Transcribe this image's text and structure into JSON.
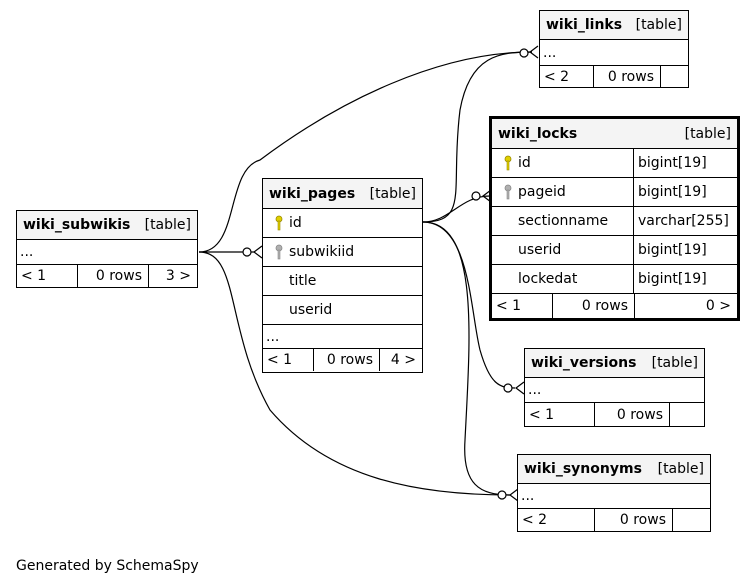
{
  "tables": {
    "wiki_links": {
      "name": "wiki_links",
      "tag": "[table]",
      "ellipsis": "...",
      "footer": {
        "parents": "< 2",
        "rows": "0 rows",
        "children": ""
      }
    },
    "wiki_locks": {
      "name": "wiki_locks",
      "tag": "[table]",
      "columns": [
        {
          "name": "id",
          "type": "bigint[19]",
          "key": "primary"
        },
        {
          "name": "pageid",
          "type": "bigint[19]",
          "key": "foreign"
        },
        {
          "name": "sectionname",
          "type": "varchar[255]",
          "key": ""
        },
        {
          "name": "userid",
          "type": "bigint[19]",
          "key": ""
        },
        {
          "name": "lockedat",
          "type": "bigint[19]",
          "key": ""
        }
      ],
      "footer": {
        "parents": "< 1",
        "rows": "0 rows",
        "children": "0 >"
      }
    },
    "wiki_pages": {
      "name": "wiki_pages",
      "tag": "[table]",
      "columns": [
        {
          "name": "id",
          "key": "primary"
        },
        {
          "name": "subwikiid",
          "key": "foreign"
        },
        {
          "name": "title",
          "key": ""
        },
        {
          "name": "userid",
          "key": ""
        }
      ],
      "ellipsis": "...",
      "footer": {
        "parents": "< 1",
        "rows": "0 rows",
        "children": "4 >"
      }
    },
    "wiki_subwikis": {
      "name": "wiki_subwikis",
      "tag": "[table]",
      "ellipsis": "...",
      "footer": {
        "parents": "< 1",
        "rows": "0 rows",
        "children": "3 >"
      }
    },
    "wiki_versions": {
      "name": "wiki_versions",
      "tag": "[table]",
      "ellipsis": "...",
      "footer": {
        "parents": "< 1",
        "rows": "0 rows",
        "children": ""
      }
    },
    "wiki_synonyms": {
      "name": "wiki_synonyms",
      "tag": "[table]",
      "ellipsis": "...",
      "footer": {
        "parents": "< 2",
        "rows": "0 rows",
        "children": ""
      }
    }
  },
  "colors": {
    "primary_key_icon": "#e0d000",
    "foreign_key_icon": "#b0b0b0",
    "header_bg": "#f4f4f4"
  },
  "footer_text": "Generated by SchemaSpy"
}
